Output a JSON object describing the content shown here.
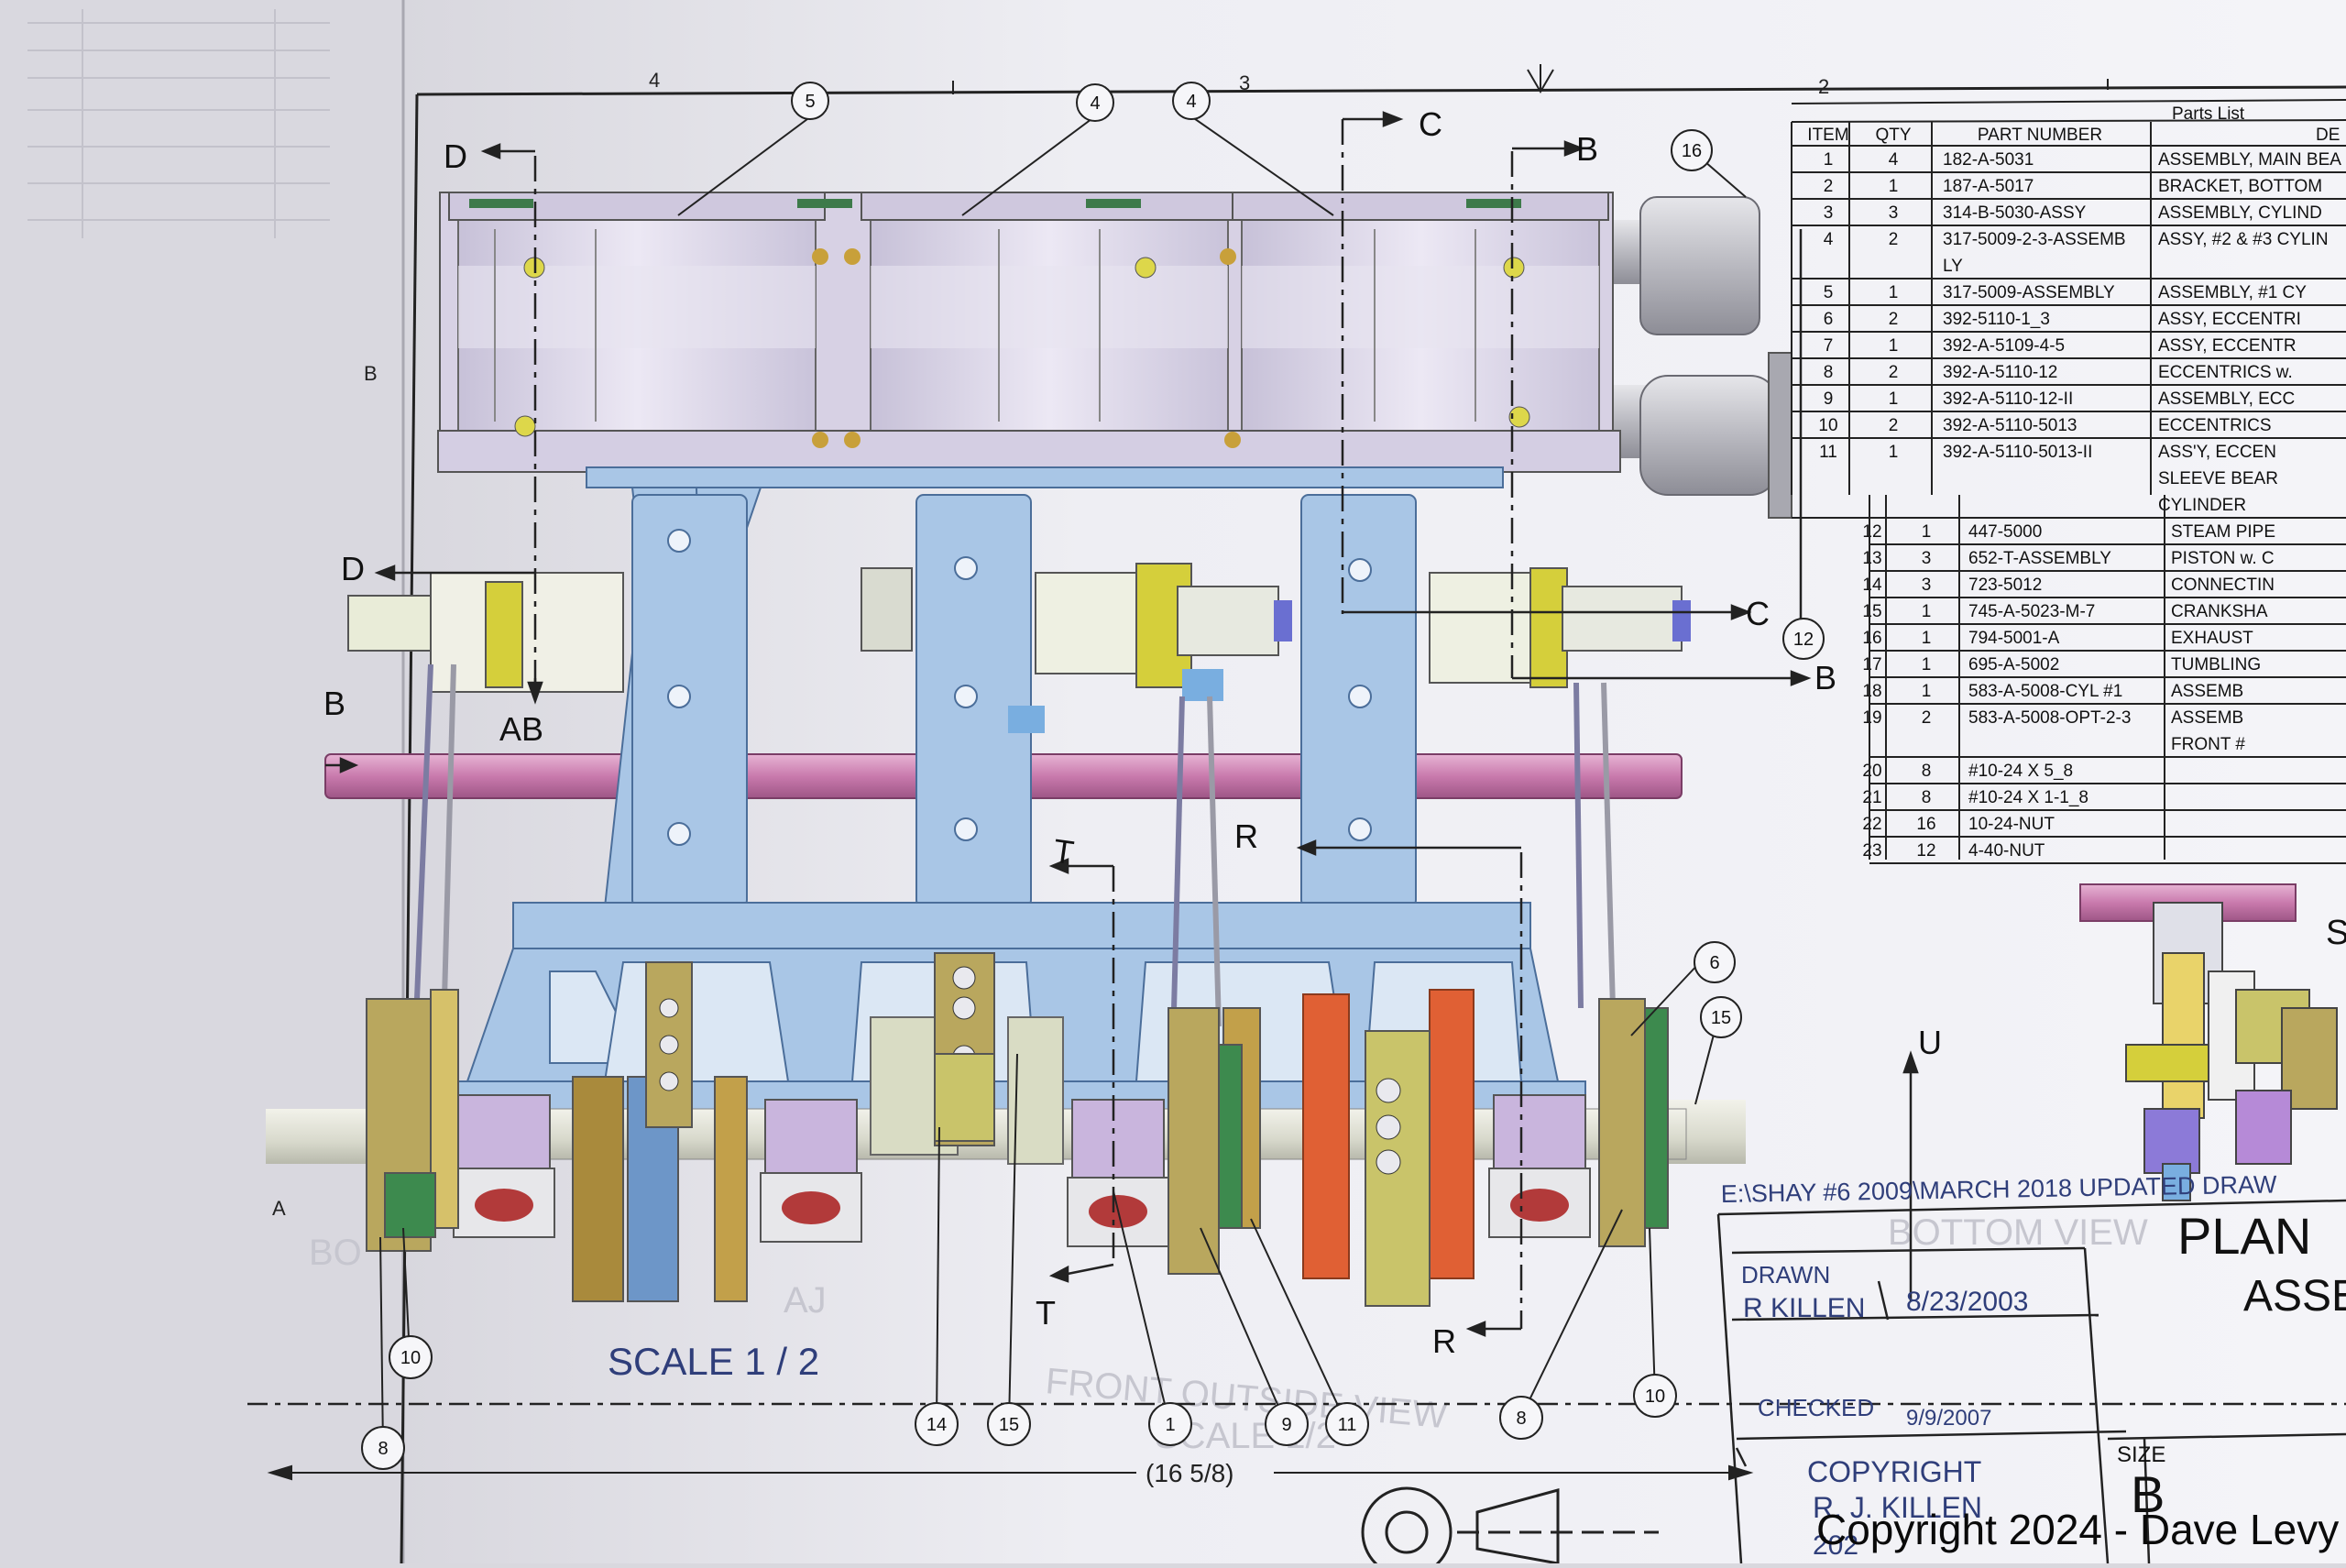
{
  "border_zones": {
    "top": [
      "4",
      "3",
      "2"
    ],
    "left": [
      "B",
      "A"
    ]
  },
  "section_markers": {
    "D_top": "D",
    "D_mid": "D",
    "C_top": "C",
    "C_mid": "C",
    "B_top": "B",
    "B_mid": "B",
    "B_left": "B",
    "AB": "AB",
    "T_top": "T",
    "T_bottom": "T",
    "R_top": "R",
    "R_bottom": "R",
    "U": "U"
  },
  "balloons": {
    "b5": "5",
    "b4a": "4",
    "b4b": "4",
    "b16": "16",
    "b12": "12",
    "b6": "6",
    "b15r": "15",
    "b10l": "10",
    "b8l": "8",
    "b14": "14",
    "b15": "15",
    "b1": "1",
    "b9": "9",
    "b11": "11",
    "b8r": "8",
    "b10r": "10"
  },
  "scale_label": "SCALE 1 / 2",
  "dimension_label": "(16 5/8)",
  "file_path": "E:\\SHAY #6 2009\\MARCH 2018 UPDATED DRAW",
  "parts_list": {
    "title": "Parts List",
    "headers": {
      "item": "ITEM",
      "qty": "QTY",
      "part": "PART NUMBER",
      "desc": "DE"
    },
    "rows": [
      {
        "item": "1",
        "qty": "4",
        "part": "182-A-5031",
        "desc": "ASSEMBLY, MAIN BEA"
      },
      {
        "item": "2",
        "qty": "1",
        "part": "187-A-5017",
        "desc": "BRACKET, BOTTOM"
      },
      {
        "item": "3",
        "qty": "3",
        "part": "314-B-5030-ASSY",
        "desc": "ASSEMBLY, CYLIND"
      },
      {
        "item": "4",
        "qty": "2",
        "part": "317-5009-2-3-ASSEMB",
        "part2": "LY",
        "desc": "ASSY, #2 & #3 CYLIN"
      },
      {
        "item": "5",
        "qty": "1",
        "part": "317-5009-ASSEMBLY",
        "desc": "ASSEMBLY, #1 CY"
      },
      {
        "item": "6",
        "qty": "2",
        "part": "392-5110-1_3",
        "desc": "ASSY, ECCENTRI"
      },
      {
        "item": "7",
        "qty": "1",
        "part": "392-A-5109-4-5",
        "desc": "ASSY, ECCENTR"
      },
      {
        "item": "8",
        "qty": "2",
        "part": "392-A-5110-12",
        "desc": "ECCENTRICS w."
      },
      {
        "item": "9",
        "qty": "1",
        "part": "392-A-5110-12-II",
        "desc": "ASSEMBLY, ECC"
      },
      {
        "item": "10",
        "qty": "2",
        "part": "392-A-5110-5013",
        "desc": "ECCENTRICS"
      },
      {
        "item": "11",
        "qty": "1",
        "part": "392-A-5110-5013-II",
        "desc": "ASS'Y, ECCEN",
        "desc2": "SLEEVE BEAR",
        "desc3": "CYLINDER"
      },
      {
        "item": "12",
        "qty": "1",
        "part": "447-5000",
        "desc": "STEAM PIPE"
      },
      {
        "item": "13",
        "qty": "3",
        "part": "652-T-ASSEMBLY",
        "desc": "PISTON w. C"
      },
      {
        "item": "14",
        "qty": "3",
        "part": "723-5012",
        "desc": "CONNECTIN"
      },
      {
        "item": "15",
        "qty": "1",
        "part": "745-A-5023-M-7",
        "desc": "CRANKSHA"
      },
      {
        "item": "16",
        "qty": "1",
        "part": "794-5001-A",
        "desc": "EXHAUST"
      },
      {
        "item": "17",
        "qty": "1",
        "part": "695-A-5002",
        "desc": "TUMBLING"
      },
      {
        "item": "18",
        "qty": "1",
        "part": "583-A-5008-CYL #1",
        "desc": "ASSEMB"
      },
      {
        "item": "19",
        "qty": "2",
        "part": "583-A-5008-OPT-2-3",
        "desc": "ASSEMB",
        "desc2": "FRONT #"
      },
      {
        "item": "20",
        "qty": "8",
        "part": "#10-24 X 5_8",
        "desc": ""
      },
      {
        "item": "21",
        "qty": "8",
        "part": "#10-24 X 1-1_8",
        "desc": ""
      },
      {
        "item": "22",
        "qty": "16",
        "part": "10-24-NUT",
        "desc": ""
      },
      {
        "item": "23",
        "qty": "12",
        "part": "4-40-NUT",
        "desc": ""
      }
    ]
  },
  "detail_label": "S",
  "title_block": {
    "drawn_label": "DRAWN",
    "drawn_by": "R KILLEN",
    "drawn_date": "8/23/2003",
    "checked_label": "CHECKED",
    "checked_date": "9/9/2007",
    "copyright_1": "COPYRIGHT",
    "copyright_2": "R. J. KILLEN",
    "copyright_3": "202",
    "title_1": "PLAN",
    "title_2": "ASSE",
    "size_label": "SIZE",
    "size_value": "B"
  },
  "faint_views": {
    "bottom": "BOTTOM VIEW",
    "front": "FRONT OUTSIDE VIEW",
    "scale": "SCALE 1/2",
    "left": "BO",
    "aj": "AJ"
  },
  "watermark": "Copyright 2024 - Dave Levy",
  "colors": {
    "frame_blue": "#a9c6e6",
    "cylinder_lavender": "#ded8ea",
    "crankshaft_pink": "#cf86b5",
    "eccentric_orange": "#e06034",
    "strap_olive": "#b9a75e",
    "page_white": "#f3f3f7"
  }
}
